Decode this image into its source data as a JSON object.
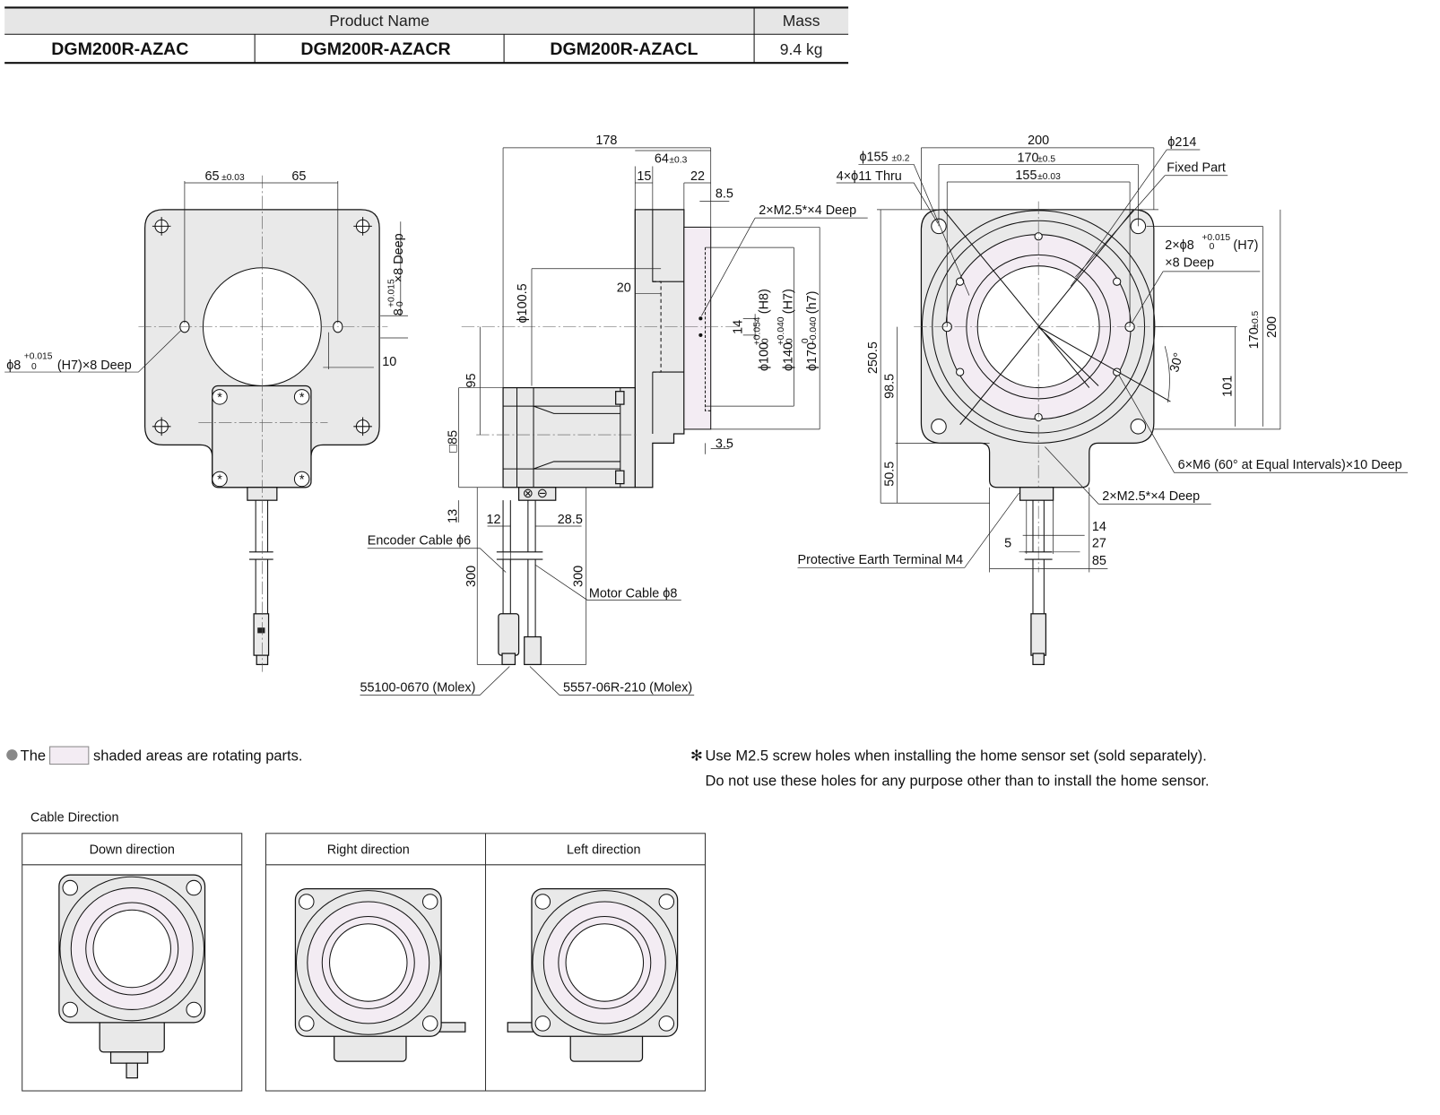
{
  "table": {
    "header_product": "Product Name",
    "header_mass": "Mass",
    "products": [
      "DGM200R-AZAC",
      "DGM200R-AZACR",
      "DGM200R-AZACL"
    ],
    "mass": "9.4 kg"
  },
  "front_view": {
    "dim_left": "65",
    "dim_left_tol": "±0.03",
    "dim_right": "65",
    "pin_depth_main": "8",
    "pin_depth_tol_upper": "+0.015",
    "pin_depth_tol_lower": "0",
    "pin_depth_suffix": "×8 Deep",
    "dim_10": "10",
    "pin_hole_main": "ϕ8",
    "pin_hole_tol_upper": "+0.015",
    "pin_hole_tol_lower": "0",
    "pin_hole_suffix": "(H7)×8 Deep"
  },
  "side_view": {
    "dim_178": "178",
    "dim_64": "64",
    "dim_64_tol": "±0.3",
    "dim_15": "15",
    "dim_22": "22",
    "dim_8_5": "8.5",
    "m25_label": "2×M2.5*×4 Deep",
    "dim_20": "20",
    "dim_phi100_5": "ϕ100.5",
    "dim_14": "14",
    "phi100": "ϕ100",
    "phi100_tol_upper": "+0.054",
    "phi100_tol_lower": "0",
    "phi100_fit": "(H8)",
    "phi140": "ϕ140",
    "phi140_tol_upper": "+0.040",
    "phi140_tol_lower": "0",
    "phi140_fit": "(H7)",
    "phi170": "ϕ170",
    "phi170_tol_upper": "0",
    "phi170_tol_lower": "−0.040",
    "phi170_fit": "(h7)",
    "dim_95": "95",
    "dim_85": "□85",
    "dim_3_5": "3.5",
    "dim_13": "13",
    "dim_12": "12",
    "dim_28_5": "28.5",
    "encoder_cable": "Encoder Cable ϕ6",
    "dim_300_left": "300",
    "dim_300_right": "300",
    "motor_cable": "Motor Cable ϕ8",
    "encoder_connector": "55100-0670 (Molex)",
    "motor_connector": "5557-06R-210 (Molex)"
  },
  "rear_view": {
    "dim_200_top": "200",
    "dim_170": "170",
    "dim_170_tol": "±0.5",
    "dim_155": "155",
    "dim_155_tol": "±0.03",
    "phi155": "ϕ155",
    "phi155_tol": "±0.2",
    "thru_holes": "4×ϕ11 Thru",
    "phi214": "ϕ214",
    "fixed_part": "Fixed Part",
    "pin_main": "2×ϕ8",
    "pin_tol_upper": "+0.015",
    "pin_tol_lower": "0",
    "pin_fit": "(H7)",
    "pin_depth": "×8 Deep",
    "dim_170_v": "170",
    "dim_170_v_tol": "±0.5",
    "dim_200_v": "200",
    "dim_250_5": "250.5",
    "dim_98_5": "98.5",
    "dim_101": "101",
    "angle_30": "30°",
    "dim_50_5": "50.5",
    "m6_label": "6×M6 (60° at Equal Intervals)×10 Deep",
    "m25_label": "2×M2.5*×4 Deep",
    "dim_14": "14",
    "dim_27": "27",
    "dim_85": "85",
    "dim_5": "5",
    "earth_terminal": "Protective Earth Terminal M4"
  },
  "notes": {
    "shaded_prefix": "The",
    "shaded_suffix": "shaded areas are rotating parts.",
    "asterisk": "✻",
    "m25_note_1": "Use M2.5 screw holes when installing the home sensor set (sold separately).",
    "m25_note_2": "Do not use these holes for any purpose other than to install the home sensor."
  },
  "cable_direction": {
    "title": "Cable Direction",
    "options": [
      "Down direction",
      "Right direction",
      "Left direction"
    ]
  },
  "colors": {
    "body": "#e9e9e9",
    "rotating": "#f3ecf3",
    "line": "#111111"
  }
}
